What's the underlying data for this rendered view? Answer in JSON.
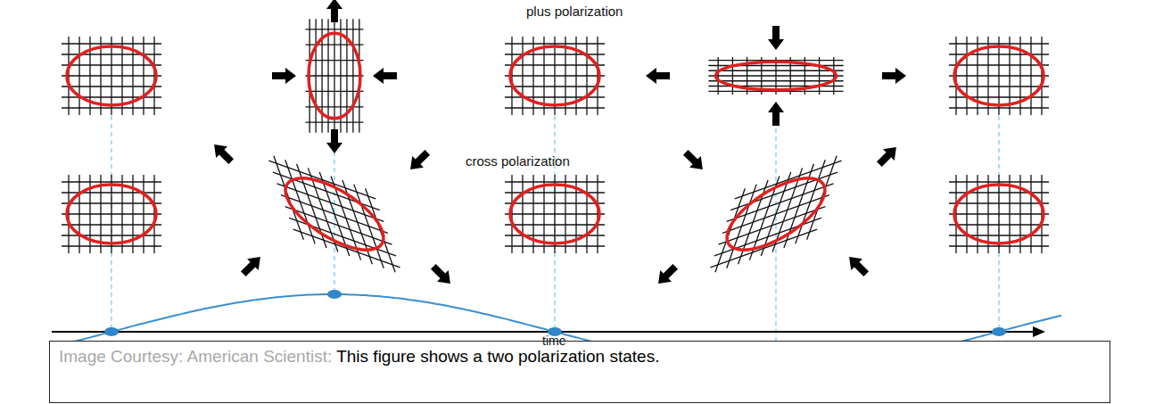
{
  "diagram": {
    "caption": "This figure shows a two polarization states.",
    "labels": [
      "plus polarization",
      "cross polarization",
      "time",
      "Image Courtesy: American Scientist:"
    ]
  }
}
